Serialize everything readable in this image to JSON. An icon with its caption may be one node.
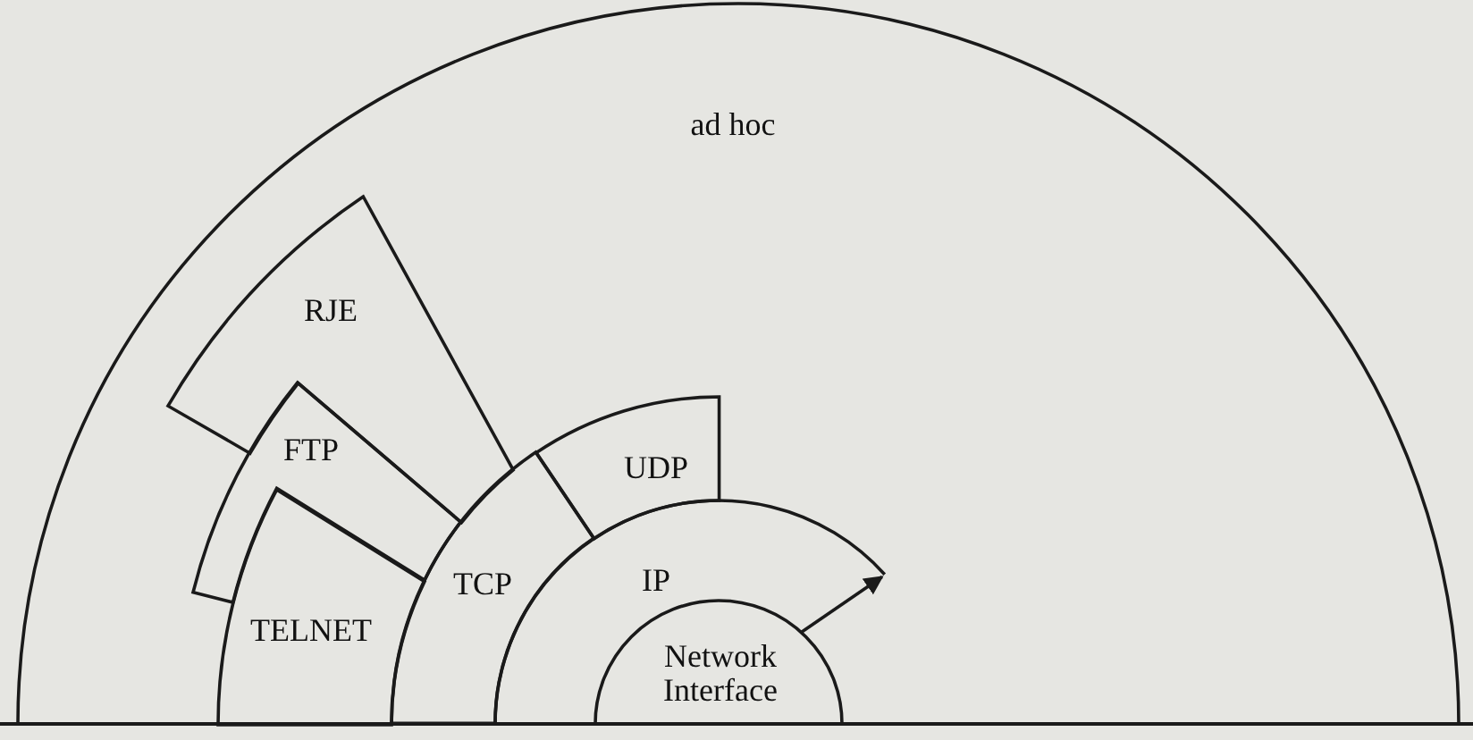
{
  "diagram": {
    "nodes": [
      {
        "text": [
          "ad hoc"
        ]
      },
      {
        "text": [
          "RJE"
        ],
        "in": 0
      },
      {
        "text": [
          "FTP"
        ],
        "in": 0
      },
      {
        "text": [
          "UDP"
        ],
        "in": 0
      },
      {
        "text": [
          "TCP"
        ],
        "in": 0
      },
      {
        "text": [
          "IP"
        ],
        "in": 0
      },
      {
        "text": [
          "TELNET"
        ],
        "in": 0
      },
      {
        "text": [
          "Network Interface"
        ],
        "in": 5
      }
    ],
    "edges": [
      {
        "from": 7,
        "to": 5,
        "arrow": "to"
      }
    ]
  }
}
